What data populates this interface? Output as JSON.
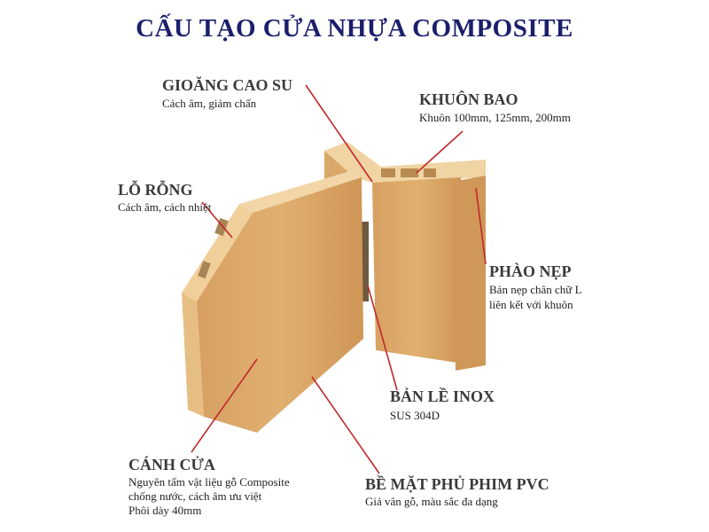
{
  "title": "CẤU TẠO CỬA NHỰA COMPOSITE",
  "callouts": {
    "gioang": {
      "title": "GIOĂNG CAO SU",
      "desc": [
        "Cách âm, giảm chấn"
      ]
    },
    "khuon": {
      "title": "KHUÔN BAO",
      "desc": [
        "Khuôn 100mm, 125mm, 200mm"
      ]
    },
    "lo_rong": {
      "title": "LỖ RỖNG",
      "desc": [
        "Cách âm, cách nhiệt"
      ]
    },
    "phao_nep": {
      "title": "PHÀO NẸP",
      "desc": [
        "Bản nẹp chân chữ L",
        "liên kết với khuôn"
      ]
    },
    "ban_le": {
      "title": "BẢN LỀ INOX",
      "desc": [
        "SUS 304D"
      ]
    },
    "canh_cua": {
      "title": "CÁNH CỬA",
      "desc": [
        "Nguyên tấm vật liệu gỗ Composite",
        "chống nước, cách âm ưu việt",
        "Phôi dày 40mm"
      ]
    },
    "be_mat": {
      "title": "BỀ MẶT PHỦ PHIM PVC",
      "desc": [
        "Giả vân gỗ, màu sắc đa dạng"
      ]
    }
  },
  "colors": {
    "title": "#1b1f6b",
    "leader": "#c0282a",
    "wood": "#d9a766",
    "wood_light": "#efcf9c"
  }
}
